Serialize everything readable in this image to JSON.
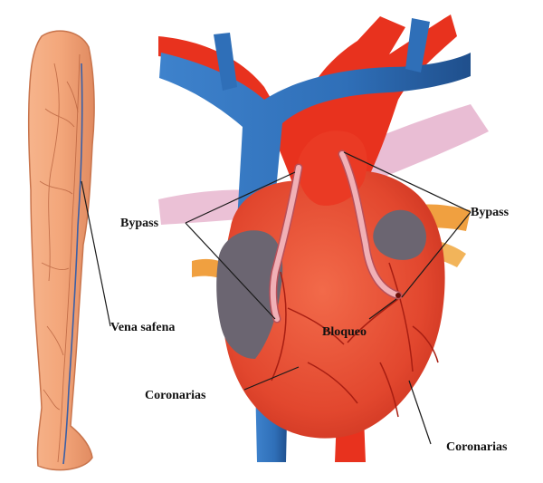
{
  "labels": {
    "bypass_left": "Bypass",
    "bypass_right": "Bypass",
    "vena_safena": "Vena safena",
    "bloqueo": "Bloqueo",
    "coronarias_left": "Coronarias",
    "coronarias_right": "Coronarias"
  },
  "colors": {
    "skin": "#f3a67a",
    "skin_shadow": "#d9825a",
    "artery_red": "#e8321e",
    "heart_red": "#e2472e",
    "vein_blue": "#2f6fb8",
    "pulmonary_pink": "#e7b6cf",
    "fat_orange": "#f0a040",
    "atrium_gray": "#6b6571",
    "graft_pink": "#f1b0b6"
  }
}
